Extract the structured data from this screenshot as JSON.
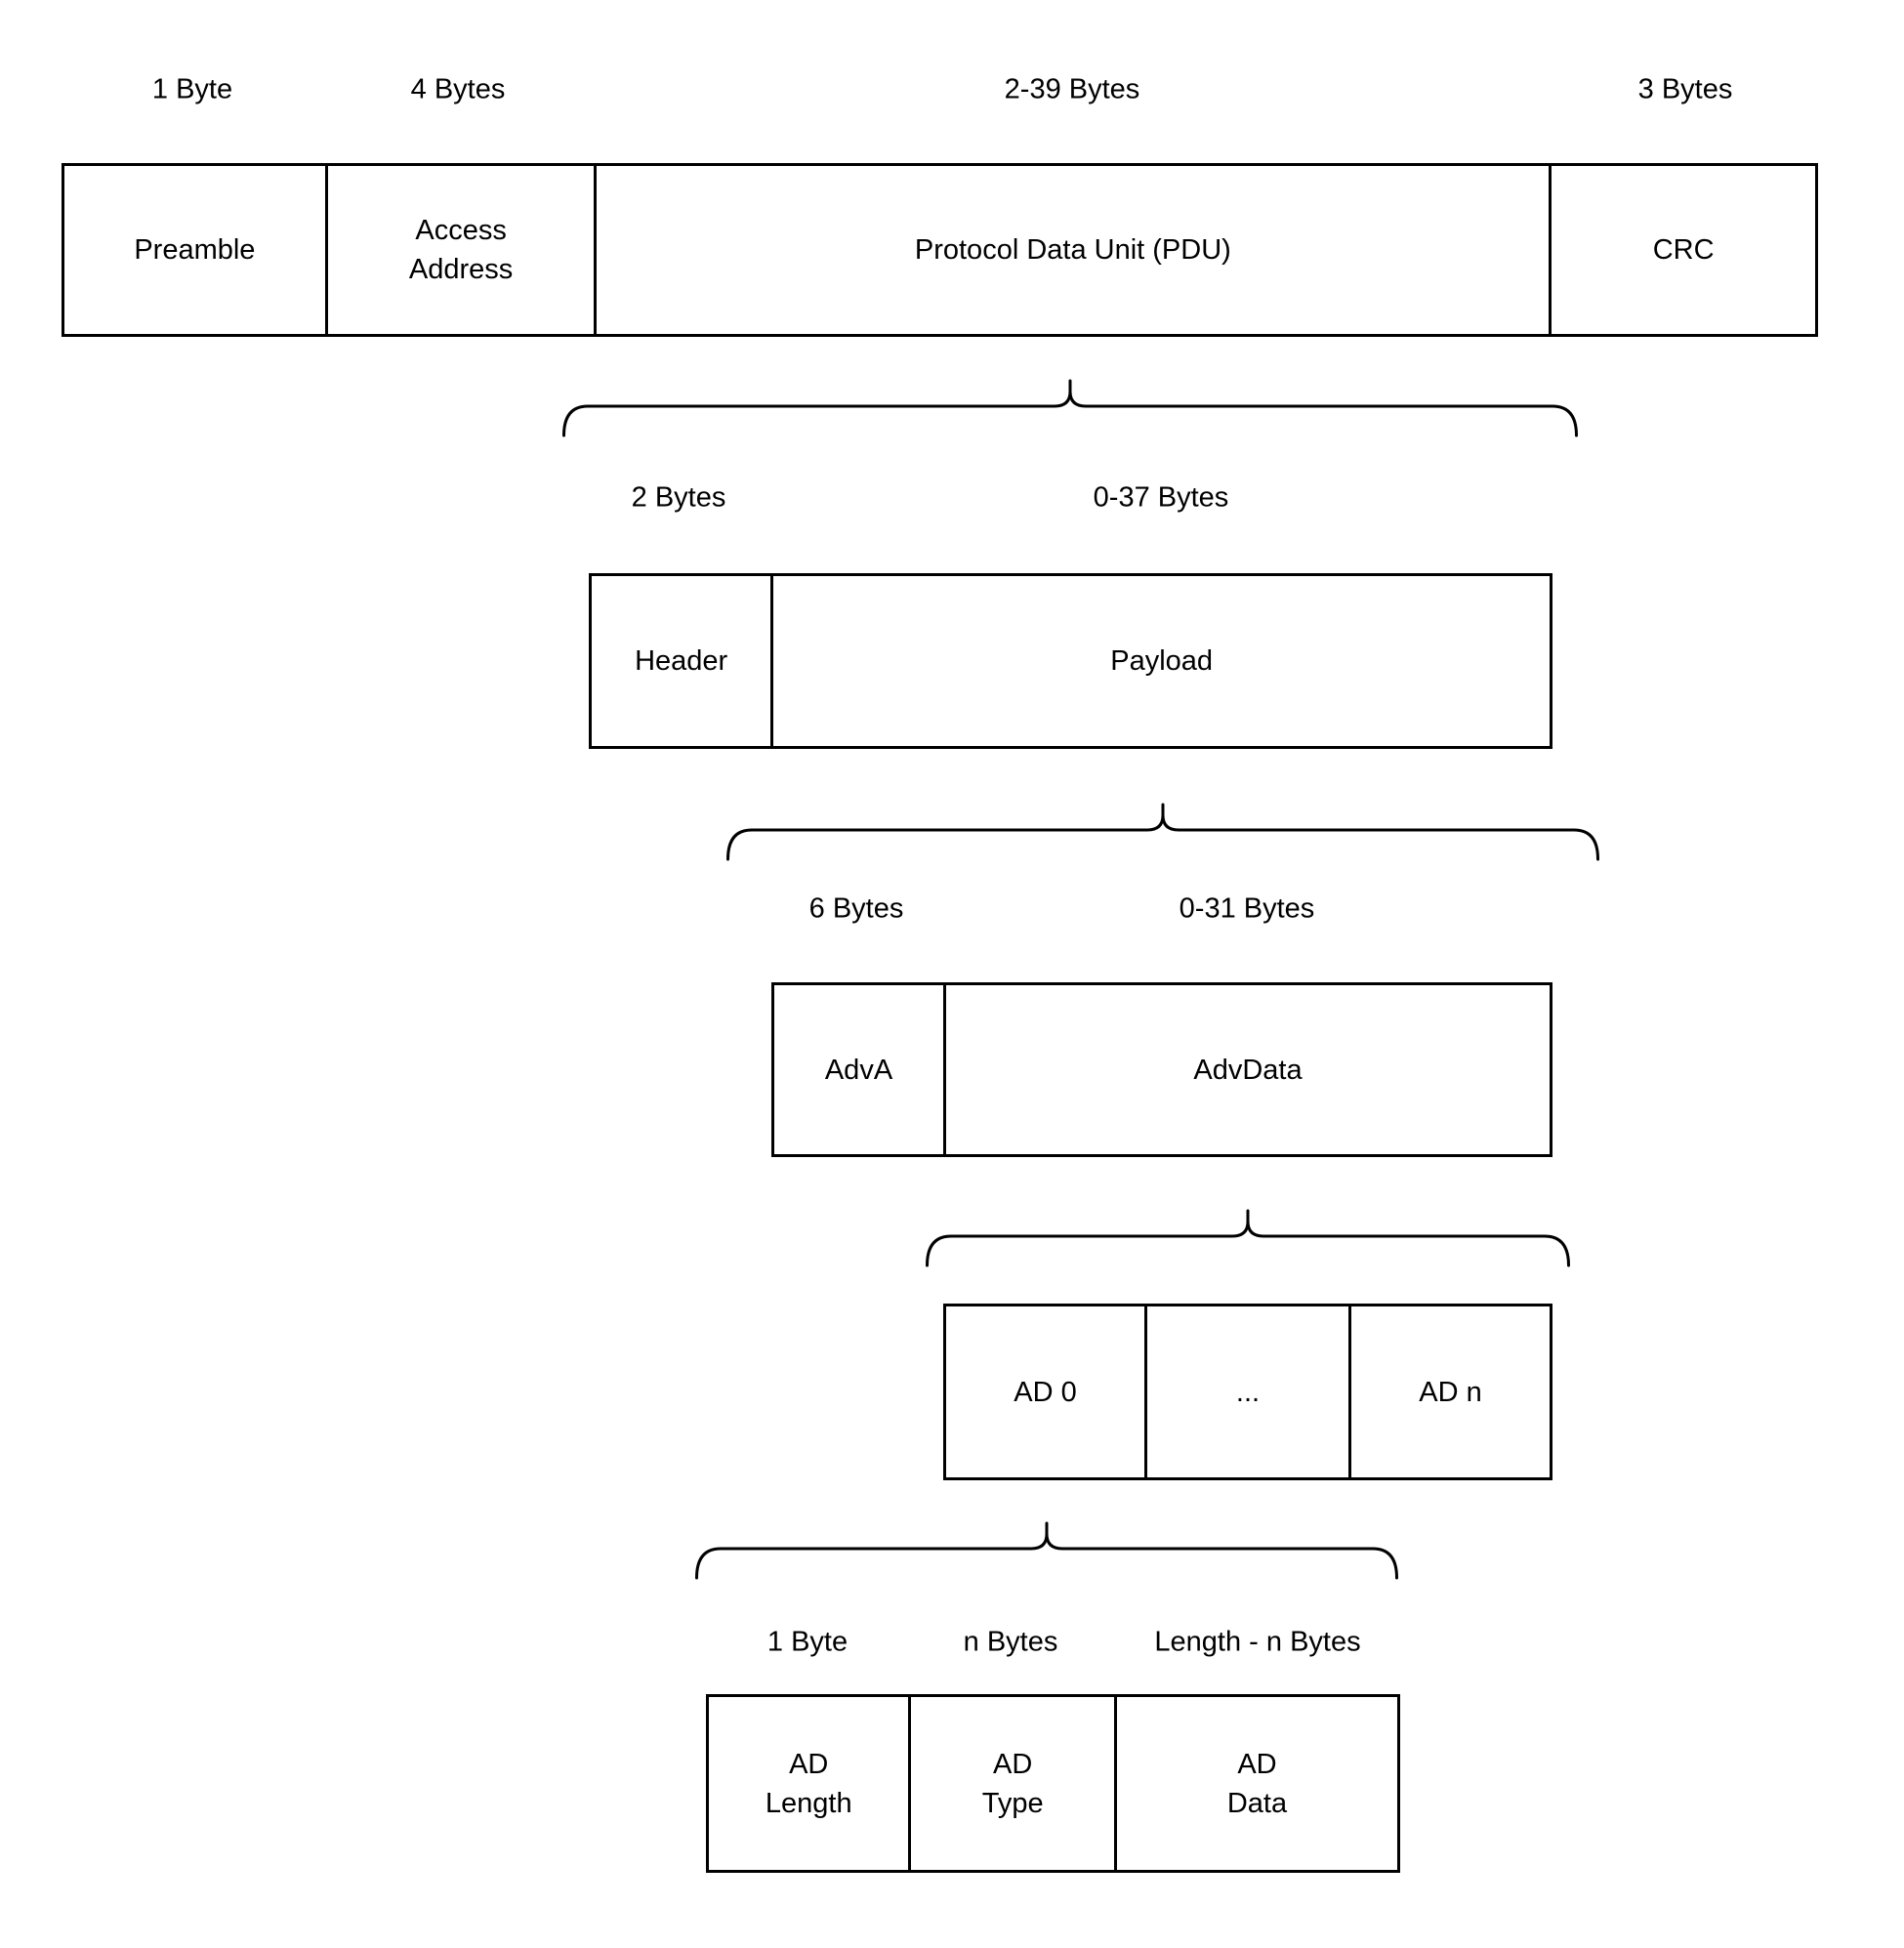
{
  "colors": {
    "background": "#ffffff",
    "line": "#000000",
    "text": "#000000"
  },
  "levels": [
    {
      "name": "packet",
      "size_labels": [
        "1 Byte",
        "4 Bytes",
        "2-39 Bytes",
        "3 Bytes"
      ],
      "cells": [
        "Preamble",
        "Access\nAddress",
        "Protocol Data Unit (PDU)",
        "CRC"
      ]
    },
    {
      "name": "pdu-expansion",
      "size_labels": [
        "2 Bytes",
        "0-37 Bytes"
      ],
      "cells": [
        "Header",
        "Payload"
      ]
    },
    {
      "name": "payload-expansion",
      "size_labels": [
        "6 Bytes",
        "0-31 Bytes"
      ],
      "cells": [
        "AdvA",
        "AdvData"
      ]
    },
    {
      "name": "advdata-expansion",
      "size_labels": [],
      "cells": [
        "AD 0",
        "...",
        "AD n"
      ]
    },
    {
      "name": "ad-structure",
      "size_labels": [
        "1 Byte",
        "n Bytes",
        "Length - n Bytes"
      ],
      "cells": [
        "AD\nLength",
        "AD\nType",
        "AD\nData"
      ]
    }
  ]
}
